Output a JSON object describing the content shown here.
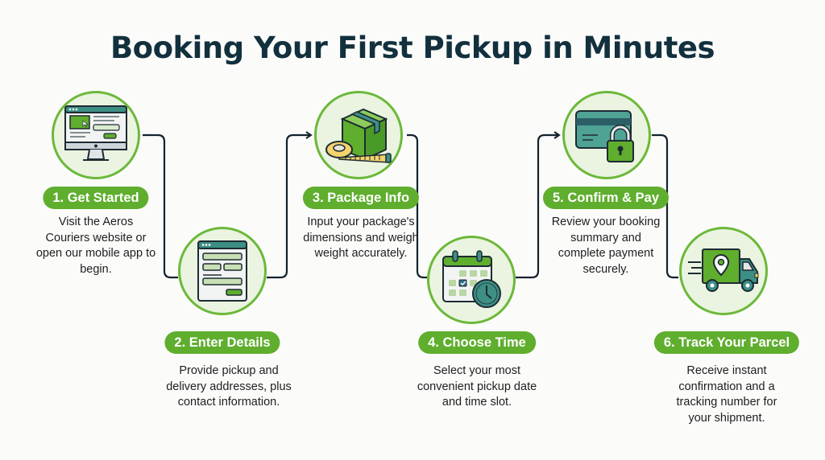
{
  "title": "Booking Your First Pickup in Minutes",
  "colors": {
    "accent_green": "#5fae2e",
    "circle_border": "#6cb83a",
    "circle_fill": "#eaf4e0",
    "title": "#12303d",
    "connector": "#14222e",
    "teal": "#3d8f85"
  },
  "steps": [
    {
      "label": "1. Get Started",
      "description": "Visit the Aeros Couriers website or open our mobile app to begin.",
      "icon": "desktop-monitor-icon"
    },
    {
      "label": "2. Enter Details",
      "description": "Provide pickup and delivery addresses, plus contact information.",
      "icon": "form-window-icon"
    },
    {
      "label": "3. Package Info",
      "description": "Input your package's dimensions and weigh weight accurately.",
      "icon": "package-tape-measure-icon"
    },
    {
      "label": "4. Choose Time",
      "description": "Select your most convenient pickup date and time slot.",
      "icon": "calendar-clock-icon"
    },
    {
      "label": "5. Confirm & Pay",
      "description": "Review your booking summary and complete payment securely.",
      "icon": "credit-card-lock-icon"
    },
    {
      "label": "6. Track Your Parcel",
      "description": "Receive instant confirmation and a tracking number for your shipment.",
      "icon": "delivery-truck-location-icon"
    }
  ]
}
